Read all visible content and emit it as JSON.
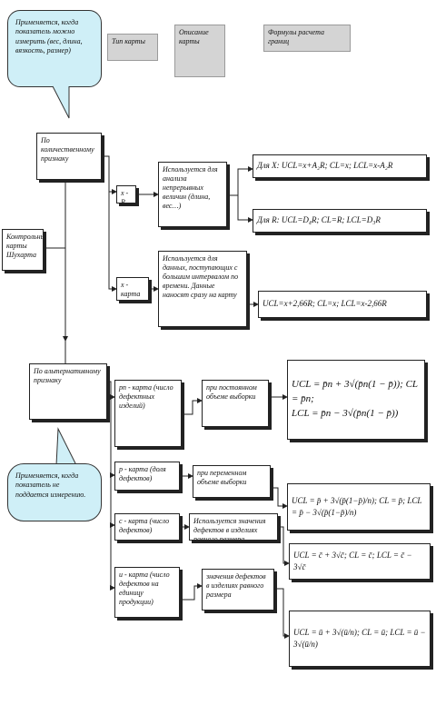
{
  "header": {
    "col1": "Тип карты",
    "col2": "Описание карты",
    "col3": "Формулы расчета границ"
  },
  "callouts": {
    "top": "Применяется, когда показатель можно измерить (вес, длина, вязкость, размер)",
    "bottom": "Применяется, когда показатель не поддается измерению."
  },
  "root": "Контрольные карты Шухарта",
  "branches": {
    "quantitative": "По количественному признаку",
    "alternative": "По альтернативному признаку"
  },
  "quantitative": {
    "xr": {
      "label": "x - R",
      "desc": "Используется для анализа непрерывных величин (длина, вес…)",
      "formula_x": "Для X: UCL=x+A₂R; CL=x; LCL=x-A₂R",
      "formula_r": "Для R: UCL=D₄R; CL=R; LCL=D₃R"
    },
    "xmr": {
      "label": "x - карта",
      "desc": "Используется для данных, поступающих с большим интервалом по времени. Данные наносят сразу на карту",
      "formula": "UCL=x+2,66R; CL=x; LCL=x-2,66R"
    }
  },
  "alternative": {
    "np": {
      "label": "pn - карта (число дефектных изделий)",
      "desc": "при постоянном объеме выборки",
      "formula_1": "UCL = p̄n + 3√(p̄n(1 − p̄)); CL = p̄n;",
      "formula_2": "LCL = p̄n − 3√(p̄n(1 − p̄))"
    },
    "p": {
      "label": "p - карта (доля дефектов)",
      "desc": "при переменном объеме выборки",
      "formula": "UCL = p̄ + 3√(p̄(1−p̄)/n); CL = p̄; LCL = p̄ − 3√(p̄(1−p̄)/n)"
    },
    "c": {
      "label": "c - карта (число дефектов)",
      "desc": "Используется значения дефектов в изделиях равного размера",
      "formula": "UCL = c̄ + 3√c̄; CL = c̄; LCL = c̄ − 3√c̄"
    },
    "u": {
      "label": "u - карта (число дефектов на единицу продукции)",
      "desc": "значения дефектов в изделиях равного размера",
      "formula": "UCL = ū + 3√(ū/n); CL = ū; LCL = ū − 3√(ū/n)"
    }
  }
}
